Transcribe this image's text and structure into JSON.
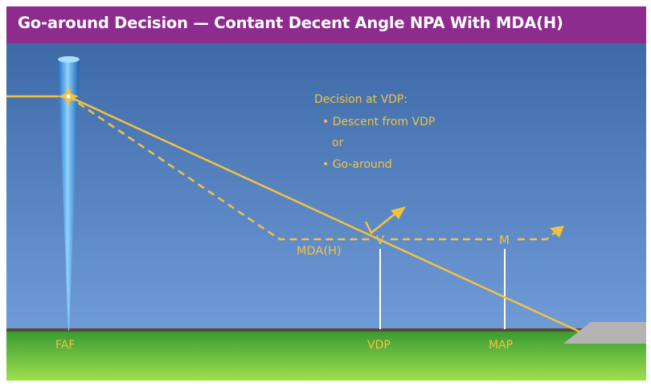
{
  "title": "Go-around Decision — Contant Decent Angle NPA With MDA(H)",
  "annotation": {
    "heading": "Decision at VDP:",
    "option_1": "• Descent from VDP",
    "connector": "or",
    "option_2": "• Go-around"
  },
  "labels": {
    "mda": "MDA(H)",
    "vdp_marker": "V",
    "map_marker": "M",
    "faf": "FAF",
    "vdp": "VDP",
    "map": "MAP"
  },
  "colors": {
    "title_background": "#8e2b8e",
    "sky_top": "#3d6aa6",
    "sky_bottom": "#6f9bd9",
    "ground_top": "#3a9a32",
    "ground_bottom": "#9fe04e",
    "path": "#f3c241",
    "label": "#f3c241",
    "runway": "#b4b4b4",
    "marker_line": "#ffffff"
  }
}
